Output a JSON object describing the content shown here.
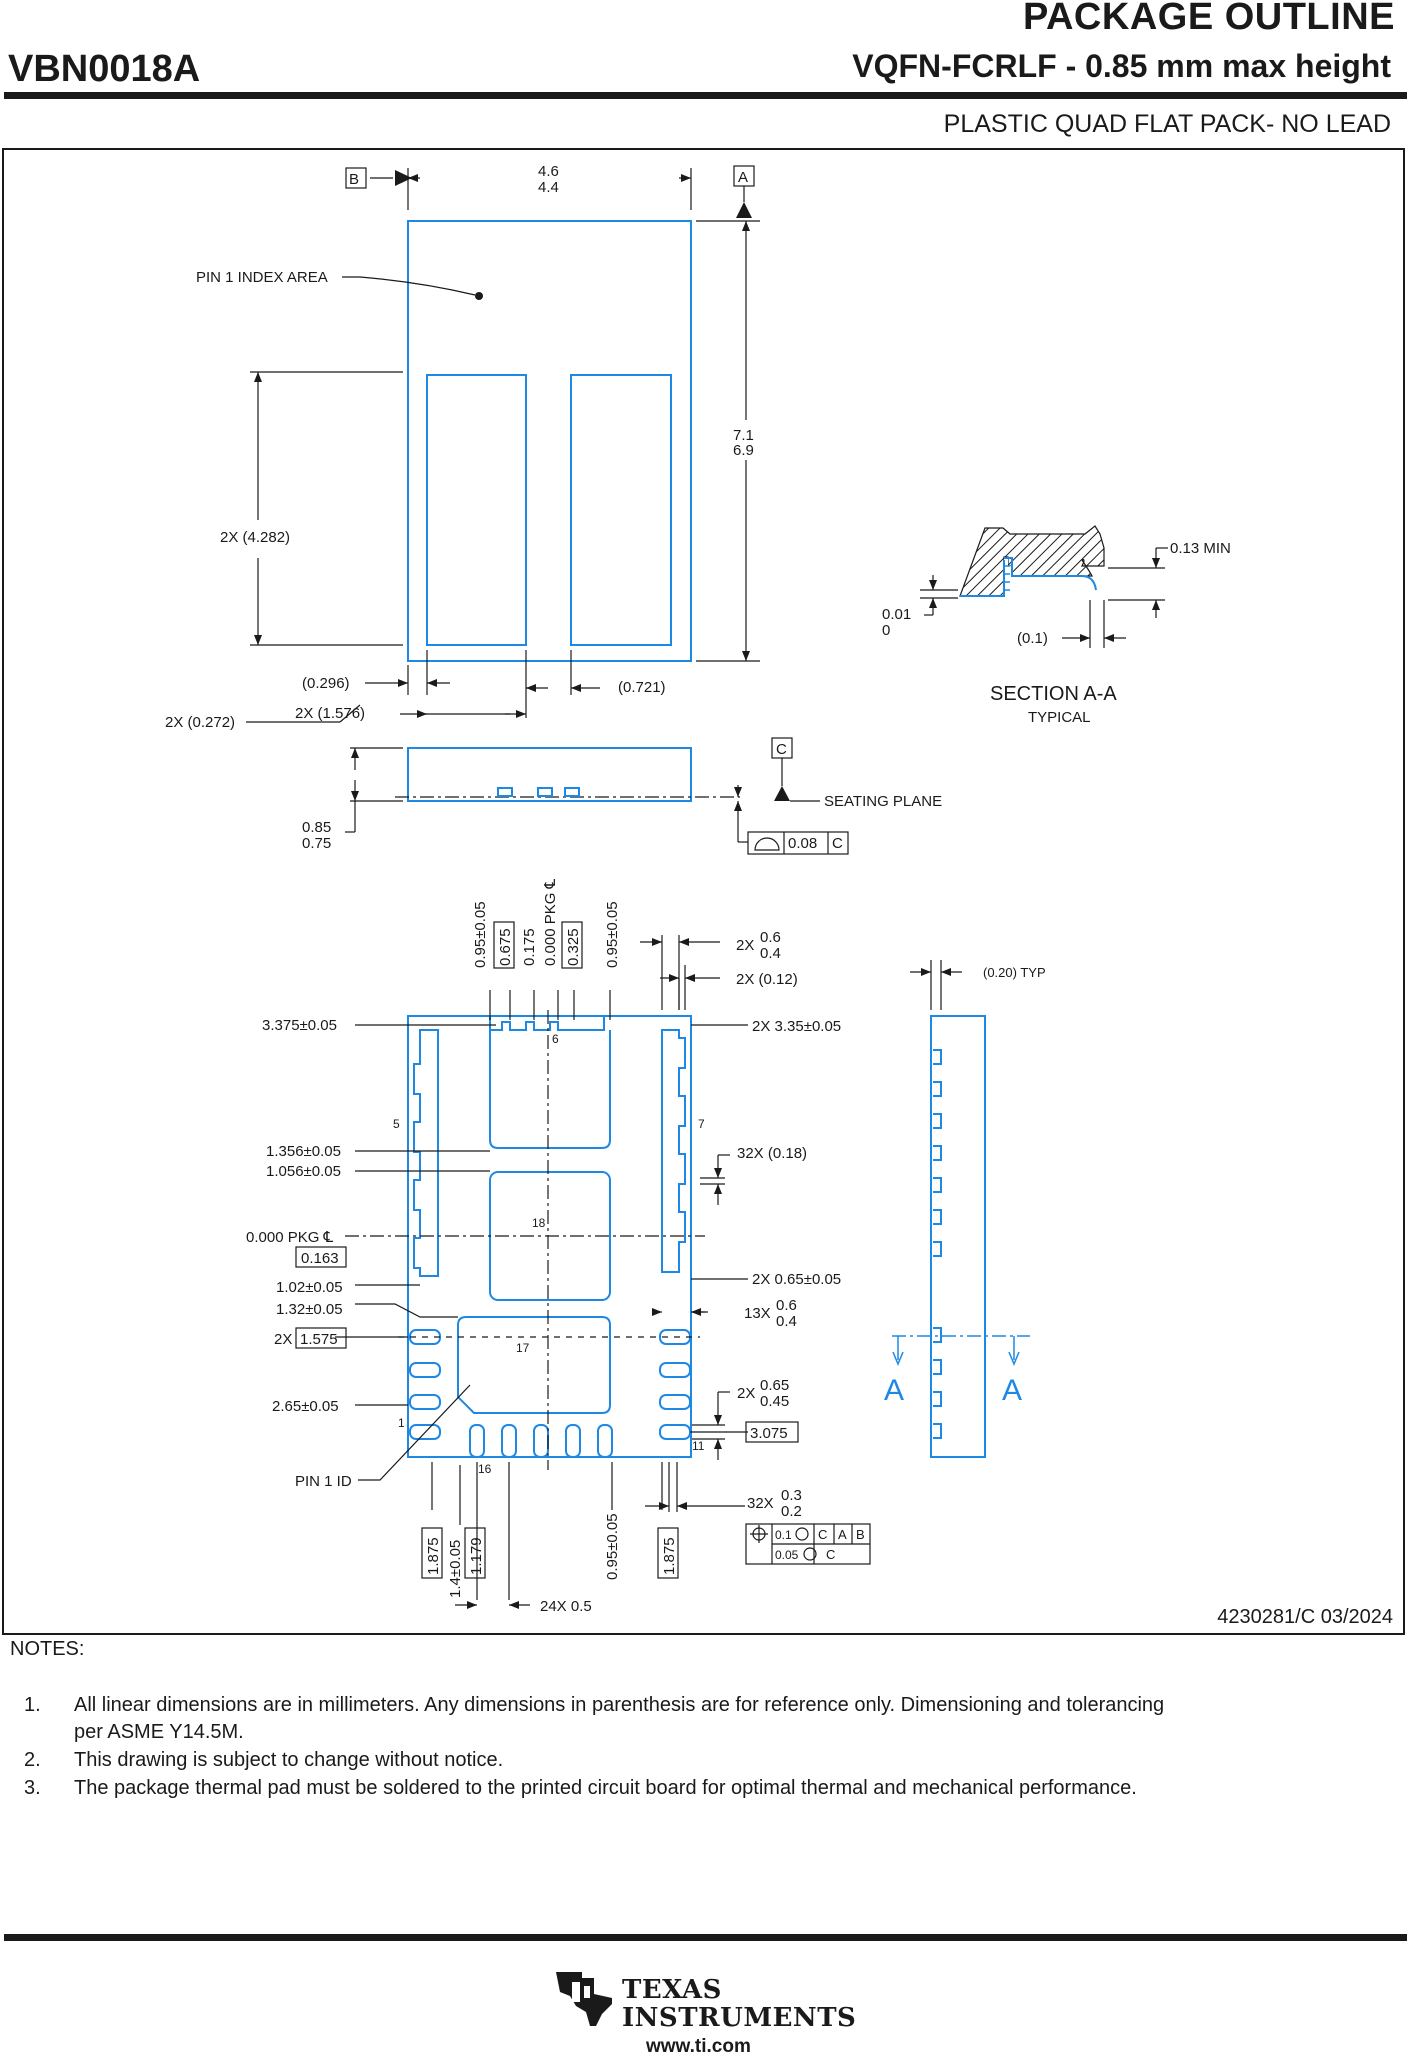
{
  "header": {
    "title": "PACKAGE OUTLINE",
    "part_number": "VBN0018A",
    "package": "VQFN-FCRLF - 0.85 mm max height",
    "description": "PLASTIC QUAD FLAT PACK- NO LEAD"
  },
  "top_view": {
    "datum_b": "B",
    "datum_a": "A",
    "width_max": "4.6",
    "width_min": "4.4",
    "length_max": "7.1",
    "length_min": "6.9",
    "pin1_index": "PIN 1 INDEX AREA",
    "pad_length": "2X (4.282)",
    "dim_0296": "(0.296)",
    "dim_0721": "(0.721)",
    "dim_1576": "2X (1.576)",
    "dim_0272": "2X (0.272)"
  },
  "section": {
    "min_label": "0.13 MIN",
    "standoff_max": "0.01",
    "standoff_min": "0",
    "ref_01": "(0.1)",
    "title": "SECTION A-A",
    "subtitle": "TYPICAL"
  },
  "side_view": {
    "datum_c": "C",
    "seating_plane": "SEATING PLANE",
    "height_max": "0.85",
    "height_min": "0.75",
    "flatness": "0.08",
    "flatness_datum": "C"
  },
  "bottom_view": {
    "top_dims": [
      "0.95±0.05",
      "0.675",
      "0.175",
      "0.000 PKG ℄",
      "0.325",
      "0.95±0.05"
    ],
    "lead_w_count": "2X",
    "lead_w_max": "0.6",
    "lead_w_min": "0.4",
    "dim_012": "2X (0.12)",
    "dim_3375": "3.375±0.05",
    "dim_335": "2X 3.35±0.05",
    "dim_1356": "1.356±0.05",
    "dim_1056": "1.056±0.05",
    "dim_018": "32X (0.18)",
    "pkg_center": "0.000 PKG ℄",
    "dim_0163": "0.163",
    "dim_102": "1.02±0.05",
    "dim_132": "1.32±0.05",
    "dim_065": "2X 0.65±0.05",
    "count_13x": "13X",
    "dim_13x_max": "0.6",
    "dim_13x_min": "0.4",
    "count_2x": "2X",
    "dim_1575": "1.575",
    "count_2x_b": "2X",
    "dim_065_max": "0.65",
    "dim_045_min": "0.45",
    "dim_265": "2.65±0.05",
    "dim_3075": "3.075",
    "pin1_id": "PIN 1 ID",
    "count_32x": "32X",
    "dim_03": "0.3",
    "dim_02": "0.2",
    "tol_1": "0.1",
    "tol_2": "0.05",
    "datum_ref_1": [
      "C",
      "A",
      "B"
    ],
    "datum_ref_2": "C",
    "bottom_dims": [
      "1.875",
      "1.4±0.05",
      "1.179",
      "0.95±0.05",
      "1.875"
    ],
    "pitch": "24X 0.5",
    "pin_labels": [
      "1",
      "5",
      "6",
      "7",
      "11",
      "16",
      "17",
      "18"
    ],
    "ref_020": "(0.20) TYP",
    "section_a_left": "A",
    "section_a_right": "A"
  },
  "doc": {
    "number": "4230281/C   03/2024"
  },
  "notes": {
    "heading": "NOTES:",
    "items": [
      {
        "num": "1.",
        "text": "All linear dimensions are in millimeters. Any dimensions in parenthesis are for reference only. Dimensioning and tolerancing",
        "cont": "per ASME Y14.5M."
      },
      {
        "num": "2.",
        "text": "This drawing is subject to change without notice."
      },
      {
        "num": "3.",
        "text": "The package thermal pad must be soldered to the printed circuit board for optimal thermal and mechanical performance."
      }
    ]
  },
  "footer": {
    "brand_1": "TEXAS",
    "brand_2": "INSTRUMENTS",
    "url": "www.ti.com"
  },
  "colors": {
    "outline_blue": "#1e88e5",
    "ink": "#1a1a1a"
  }
}
